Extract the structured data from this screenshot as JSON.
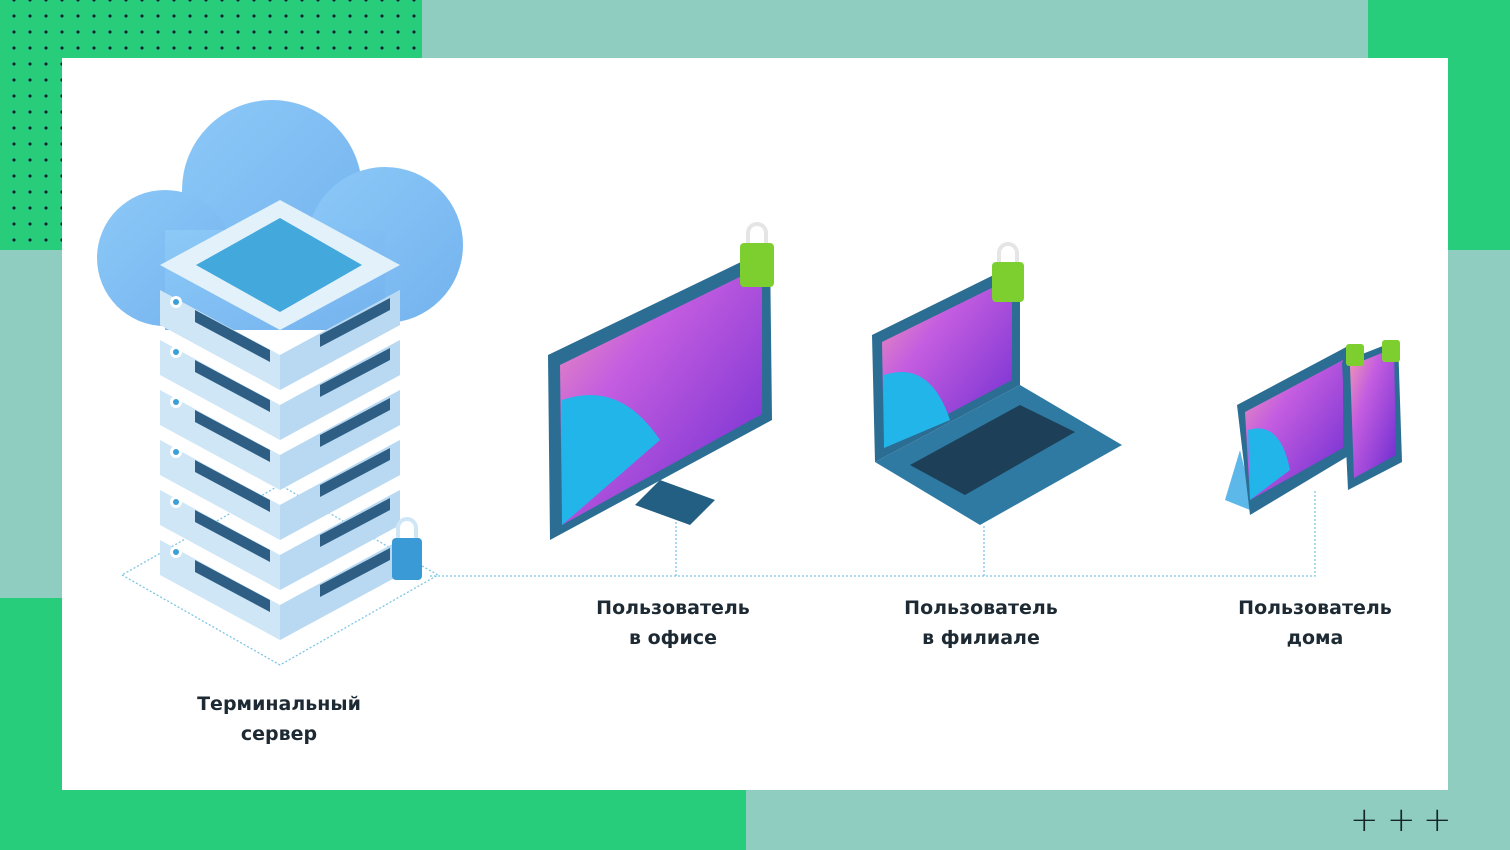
{
  "colors": {
    "green": "#27cd7a",
    "teal": "#8ecdc0",
    "card": "#ffffff",
    "lock": "#7ccf2e",
    "screen_accent": "#a84fe0"
  },
  "labels": {
    "server": [
      "Терминальный",
      "сервер"
    ],
    "office": [
      "Пользователь",
      "в офисе"
    ],
    "branch": [
      "Пользователь",
      "в филиале"
    ],
    "home": [
      "Пользователь",
      "дома"
    ]
  },
  "decor": {
    "plus_marks": [
      "+",
      "+",
      "+"
    ]
  }
}
